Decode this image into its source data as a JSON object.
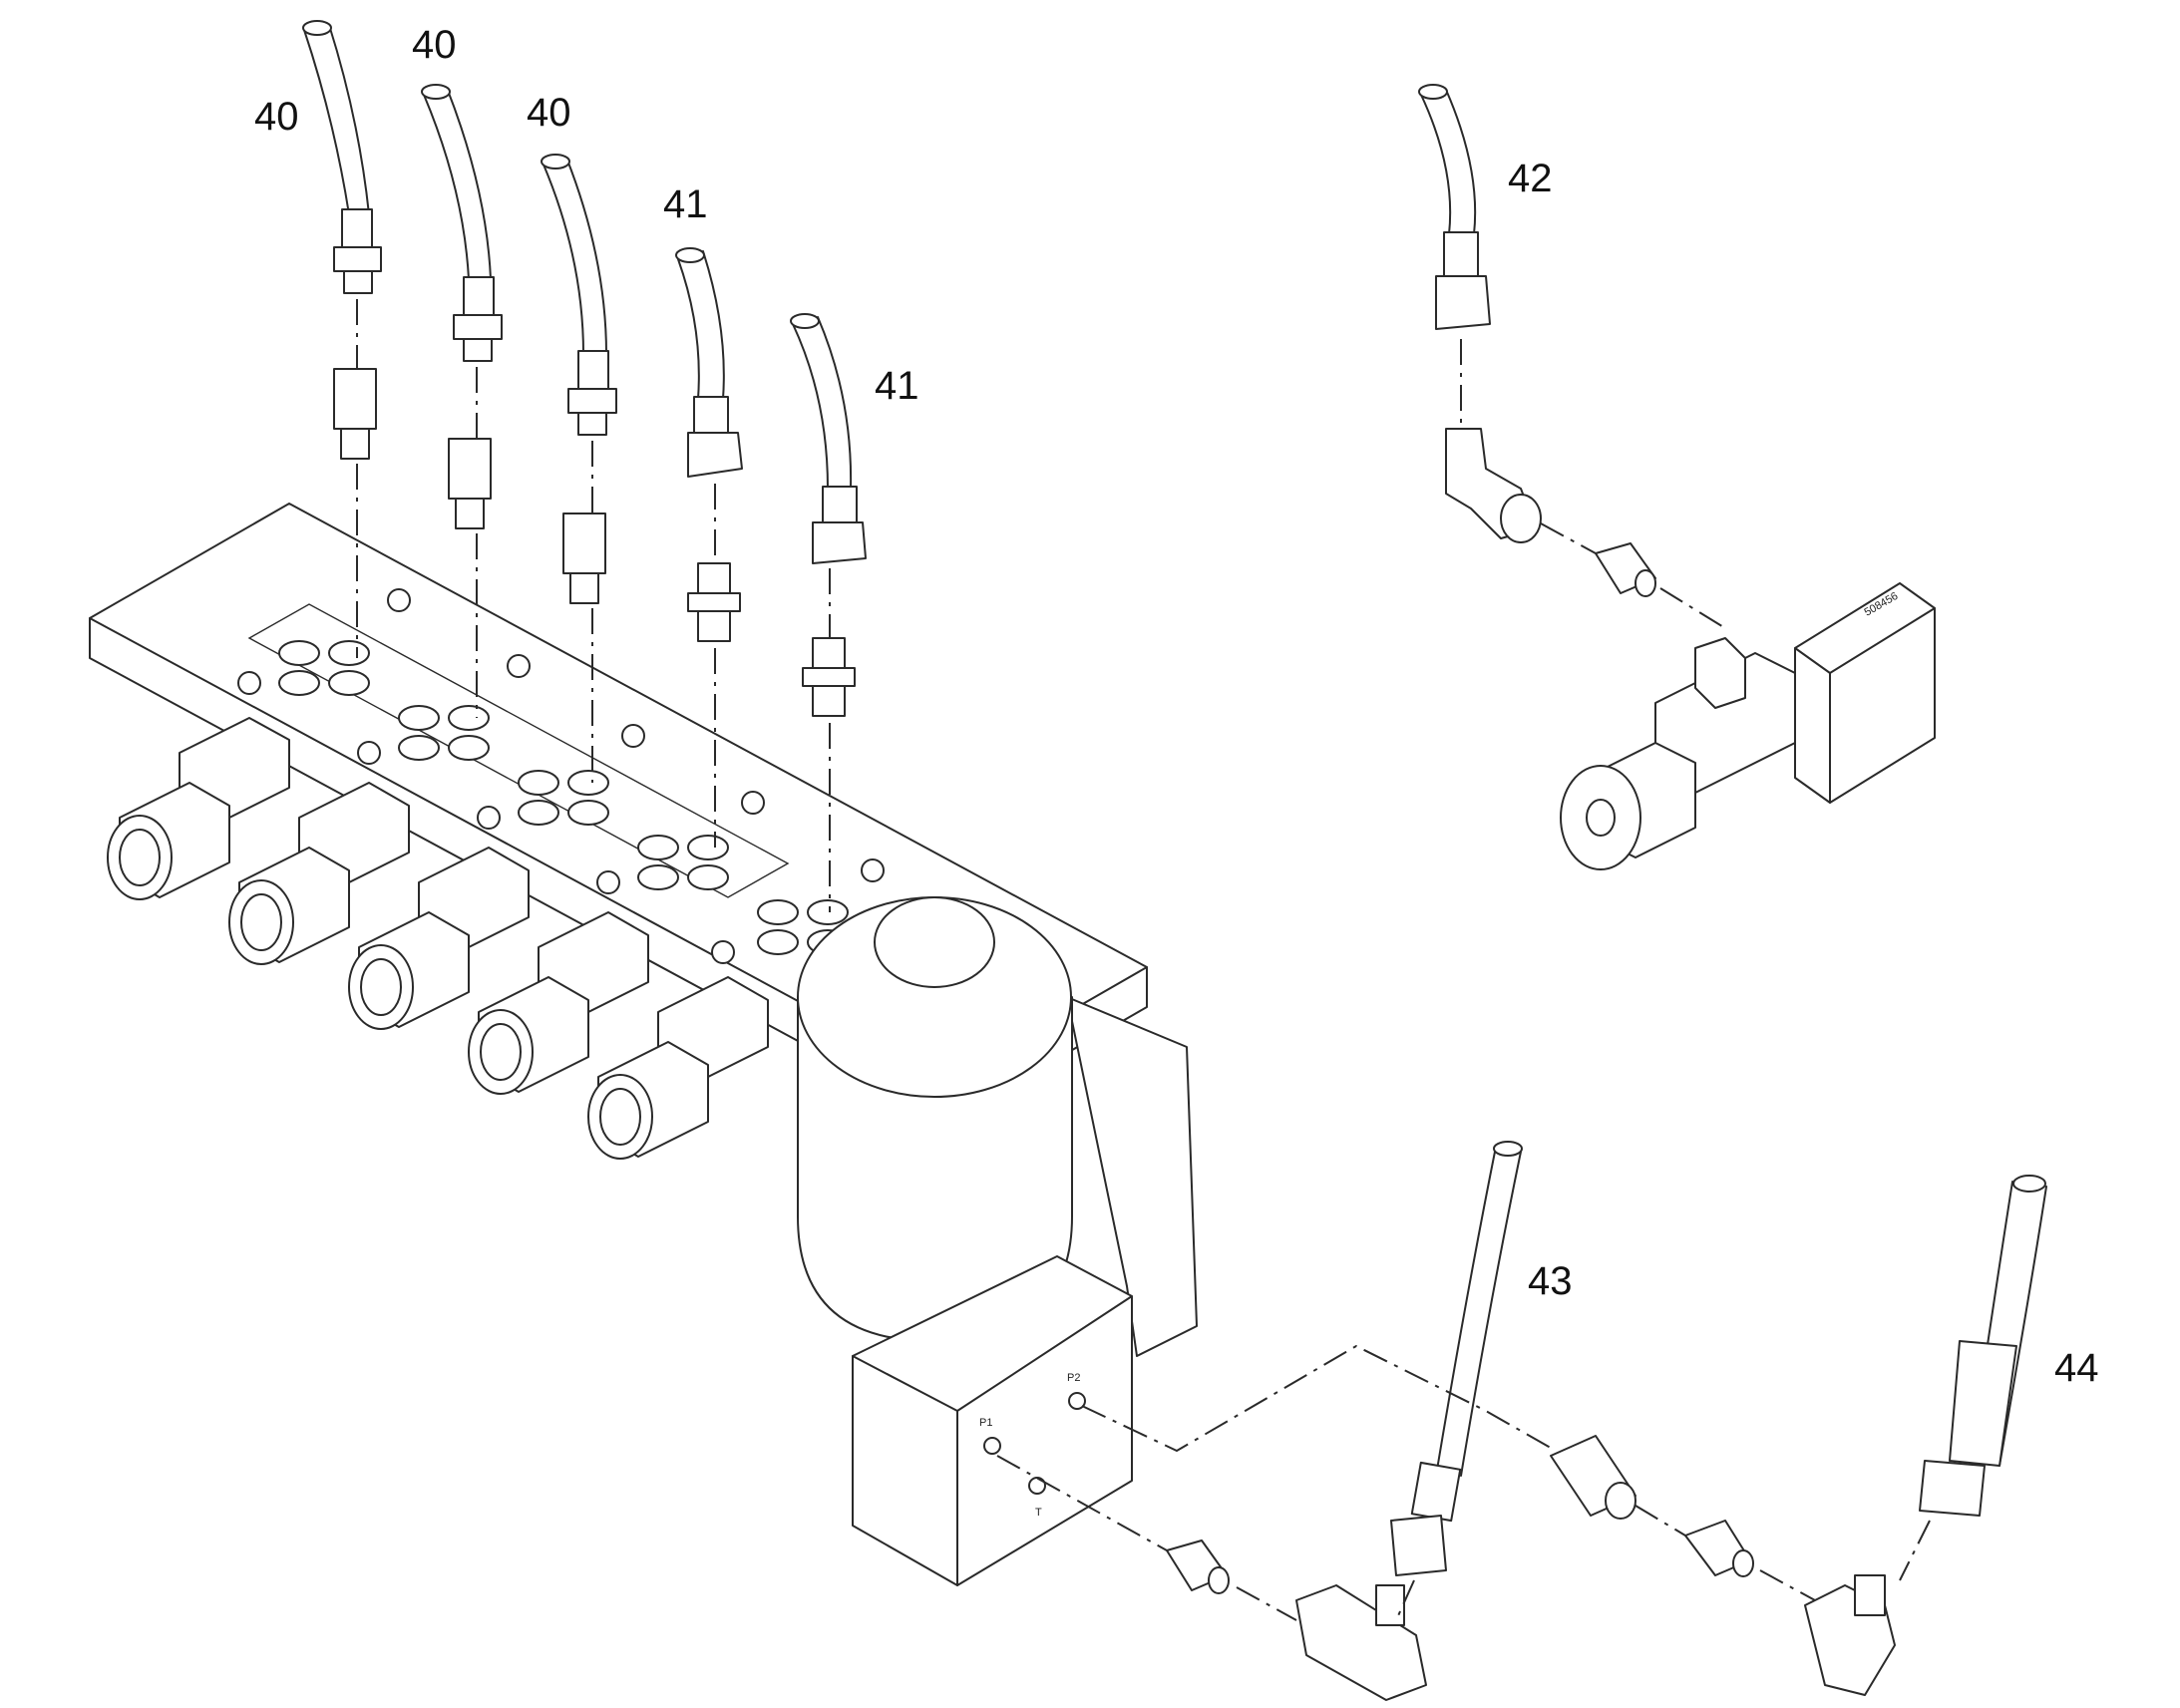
{
  "callouts": [
    {
      "label": "40"
    },
    {
      "label": "40"
    },
    {
      "label": "40"
    },
    {
      "label": "41"
    },
    {
      "label": "41"
    },
    {
      "label": "42"
    },
    {
      "label": "43"
    },
    {
      "label": "44"
    }
  ],
  "port_marks": {
    "p1": "P1",
    "p2": "P2",
    "t": "T"
  },
  "valve_code": "508456",
  "colors": {
    "line": "#2a2a2a",
    "background": "#ffffff"
  }
}
